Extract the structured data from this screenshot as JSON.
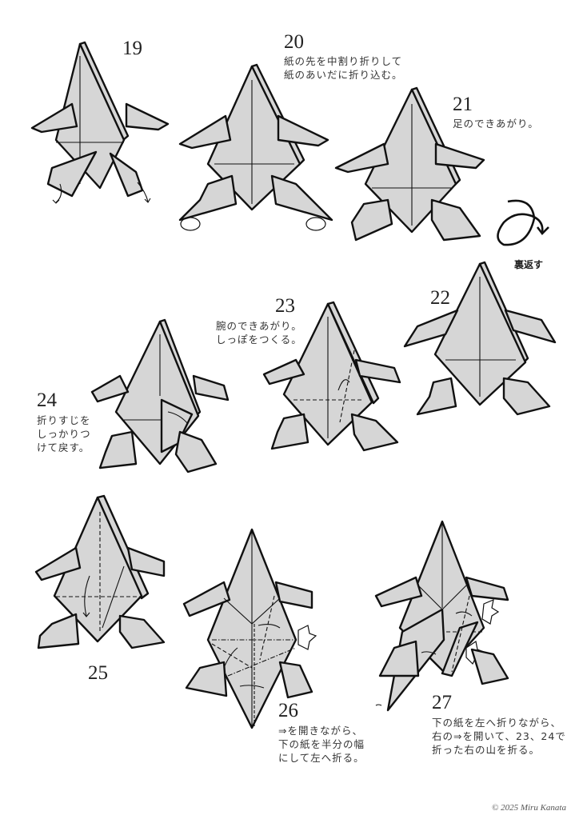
{
  "steps": [
    {
      "number": "19",
      "caption": ""
    },
    {
      "number": "20",
      "caption": "紙の先を中割り折りして\n紙のあいだに折り込む。"
    },
    {
      "number": "21",
      "caption": "足のできあがり。"
    },
    {
      "number": "22",
      "caption": ""
    },
    {
      "number": "23",
      "caption": "腕のできあがり。\nしっぽをつくる。"
    },
    {
      "number": "24",
      "caption": "折りすじを\nしっかりつ\nけて戻す。"
    },
    {
      "number": "25",
      "caption": ""
    },
    {
      "number": "26",
      "caption": "⇒を開きながら、\n下の紙を半分の幅\nにして左へ折る。"
    },
    {
      "number": "27",
      "caption": "下の紙を左へ折りながら、\n右の⇒を開いて、23、24で\n折った右の山を折る。"
    }
  ],
  "flip": {
    "label": "裏返す",
    "icon": "turn-over-arrow-icon"
  },
  "footer": {
    "copyright": "© 2025 Miru Kanata"
  }
}
